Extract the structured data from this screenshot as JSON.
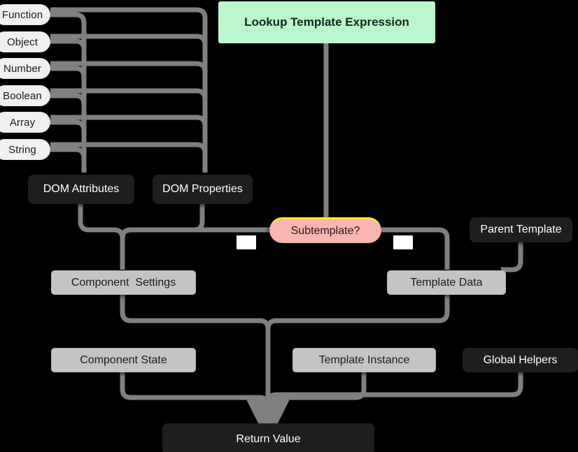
{
  "diagram": {
    "title": "Lookup Template Expression",
    "background": "#000000",
    "edge_color": "#808080",
    "colors": {
      "start_node": "#bdf5cd",
      "decision_node": "#fcb6b0",
      "decision_accent": "#f2ec22",
      "dark_node": "#1e1e1e",
      "gray_node": "#c4c4c4",
      "pill_node": "#f0f0f0",
      "edge": "#808080",
      "background": "#000000"
    }
  },
  "nodes": {
    "start": {
      "label": "Lookup Template Expression"
    },
    "types": [
      {
        "label": "Function"
      },
      {
        "label": "Object"
      },
      {
        "label": "Number"
      },
      {
        "label": "Boolean"
      },
      {
        "label": "Array"
      },
      {
        "label": "String"
      }
    ],
    "dom_attributes": {
      "label": "DOM Attributes"
    },
    "dom_properties": {
      "label": "DOM Properties"
    },
    "decision": {
      "label": "Subtemplate?"
    },
    "parent_template": {
      "label": "Parent Template"
    },
    "component_settings": {
      "label": "Component  Settings"
    },
    "template_data": {
      "label": "Template Data"
    },
    "component_state": {
      "label": "Component State"
    },
    "template_instance": {
      "label": "Template Instance"
    },
    "global_helpers": {
      "label": "Global Helpers"
    },
    "return_value": {
      "label": "Return Value"
    }
  },
  "edge_labels": {
    "no": "",
    "yes": ""
  }
}
